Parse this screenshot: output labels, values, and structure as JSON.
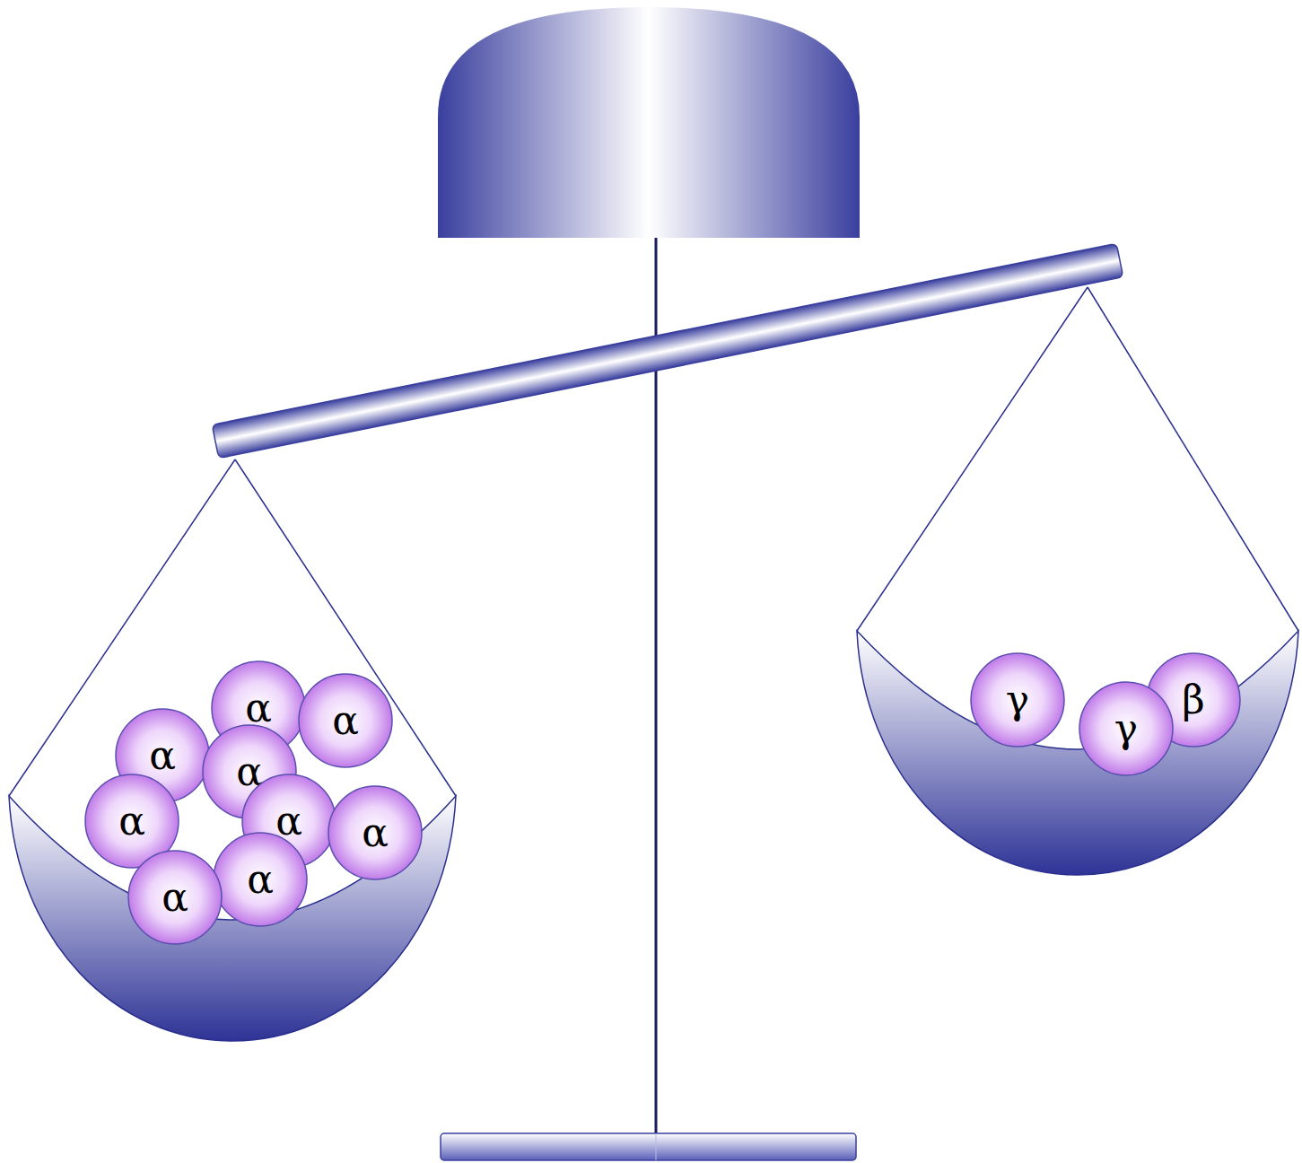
{
  "diagram": {
    "nodes": [
      {
        "text": [
          "α"
        ]
      },
      {
        "text": [
          "α"
        ]
      },
      {
        "text": [
          "α"
        ]
      },
      {
        "text": [
          "α"
        ]
      },
      {
        "text": [
          "α"
        ]
      },
      {
        "text": [
          "α"
        ]
      },
      {
        "text": [
          "α"
        ]
      },
      {
        "text": [
          "α"
        ]
      },
      {
        "text": [
          "α"
        ]
      },
      {
        "text": [
          "γ"
        ]
      },
      {
        "text": [
          "β"
        ]
      },
      {
        "text": [
          "γ"
        ]
      }
    ]
  }
}
